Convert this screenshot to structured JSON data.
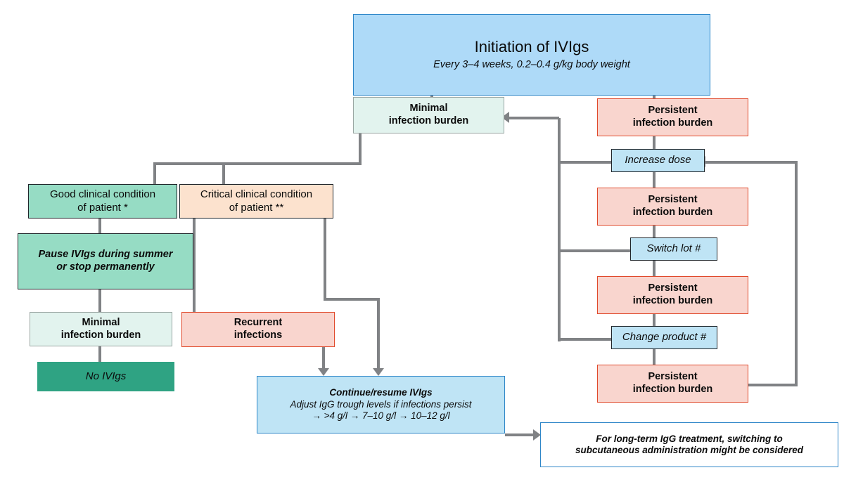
{
  "diagram": {
    "title": "IVIg treatment algorithm flowchart",
    "colors": {
      "blue_main_fill": "#AEDAF8",
      "blue_soft_fill": "#BFE4F5",
      "blue_border": "#2E86C8",
      "pink_fill": "#F9D5CE",
      "pink_border": "#E0492B",
      "mint_fill": "#E2F3EE",
      "mint_border": "#9AA6A3",
      "green_fill": "#96DCC4",
      "green_dark_fill": "#2FA383",
      "peach_fill": "#FCE2CE",
      "dark_border": "#20262B",
      "connector": "#808285"
    }
  },
  "nodes": {
    "initiation": {
      "title": "Initiation of IVIgs",
      "subtitle": "Every 3–4 weeks, 0.2–0.4 g/kg body weight"
    },
    "minimal_top": {
      "line1": "Minimal",
      "line2": "infection burden"
    },
    "persistent_1": {
      "line1": "Persistent",
      "line2": "infection burden"
    },
    "increase_dose": {
      "label": "Increase dose"
    },
    "persistent_2": {
      "line1": "Persistent",
      "line2": "infection burden"
    },
    "switch_lot": {
      "label": "Switch lot #"
    },
    "persistent_3": {
      "line1": "Persistent",
      "line2": "infection burden"
    },
    "change_product": {
      "label": "Change product #"
    },
    "persistent_4": {
      "line1": "Persistent",
      "line2": "infection burden"
    },
    "good_condition": {
      "line1": "Good clinical condition",
      "line2": "of patient *"
    },
    "critical_condition": {
      "line1": "Critical clinical condition",
      "line2": "of patient **"
    },
    "pause": {
      "line1": "Pause IVIgs during summer",
      "line2": "or stop permanently"
    },
    "minimal_left": {
      "line1": "Minimal",
      "line2": "infection burden"
    },
    "recurrent": {
      "line1": "Recurrent",
      "line2": "infections"
    },
    "no_ivigs": {
      "label": "No IVIgs"
    },
    "continue_resume": {
      "line1": "Continue/resume IVIgs",
      "line2": "Adjust IgG trough levels if infections persist",
      "line3": "→ >4 g/l → 7–10 g/l → 10–12 g/l"
    },
    "longterm_note": {
      "line1": "For long-term IgG treatment, switching to",
      "line2": "subcutaneous administration might be considered"
    }
  }
}
